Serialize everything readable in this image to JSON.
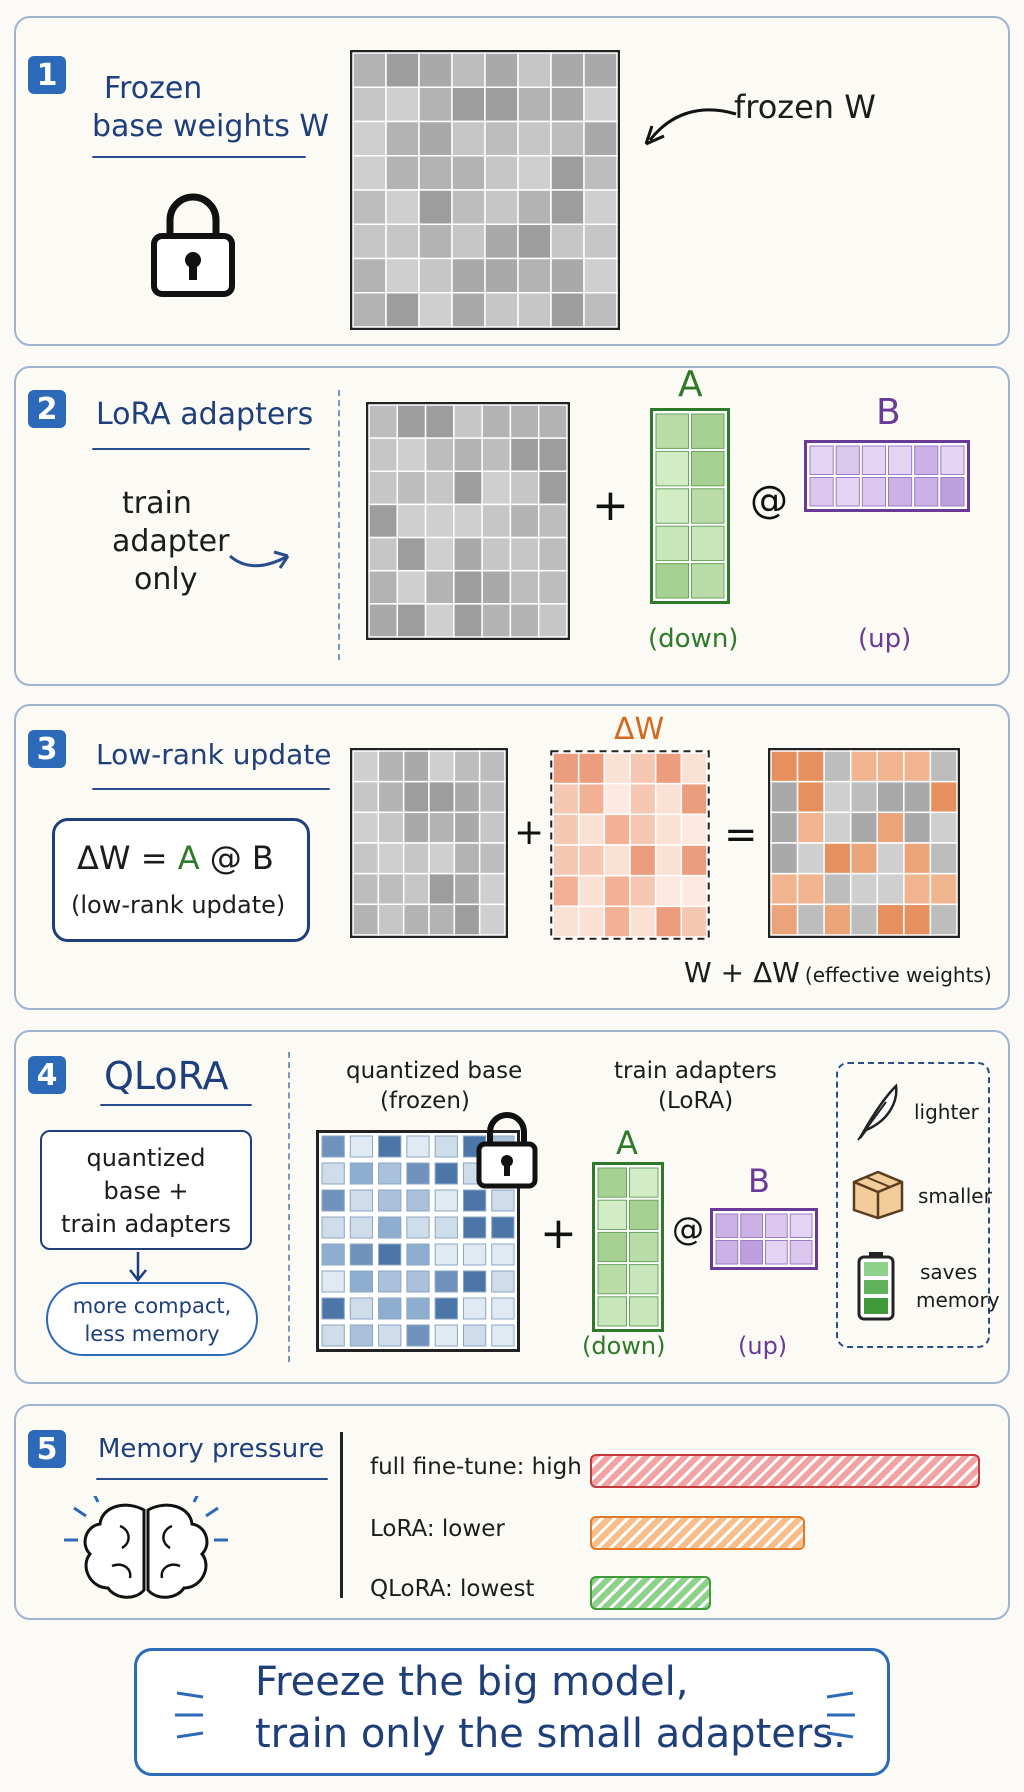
{
  "colors": {
    "panel_border": "#9fb3cf",
    "badge": "#2c69b8",
    "title": "#1f3f7a",
    "adapter_A": "#2f7a2a",
    "adapter_B": "#6a3a97",
    "delta": "#d2691e",
    "bar_full": "#f2a3a3",
    "bar_lora": "#f7bd8a",
    "bar_qlora": "#8ed18a"
  },
  "panel1": {
    "number": "1",
    "title_line1": "Frozen",
    "title_line2": "base weights W",
    "annotation": "frozen W"
  },
  "panel2": {
    "number": "2",
    "title": "LoRA adapters",
    "note_line1": "train",
    "note_line2": "adapter",
    "note_line3": "only",
    "plus": "+",
    "at": "@",
    "label_A": "A",
    "label_B": "B",
    "label_down": "(down)",
    "label_up": "(up)"
  },
  "panel3": {
    "number": "3",
    "title": "Low-rank update",
    "formula_lhs": "ΔW = ",
    "formula_A": "A",
    "formula_rhs": " @ B",
    "formula_sub": "(low-rank update)",
    "label_delta": "ΔW",
    "plus": "+",
    "equals": "=",
    "result_main": "W + ΔW",
    "result_sub": "(effective weights)"
  },
  "panel4": {
    "number": "4",
    "title": "QLoRA",
    "box_line1": "quantized",
    "box_line2": "base +",
    "box_line3": "train adapters",
    "cloud_line1": "more compact,",
    "cloud_line2": "less memory",
    "base_label_line1": "quantized base",
    "base_label_line2": "(frozen)",
    "adapter_label_line1": "train adapters",
    "adapter_label_line2": "(LoRA)",
    "plus": "+",
    "at": "@",
    "label_A": "A",
    "label_B": "B",
    "label_down": "(down)",
    "label_up": "(up)",
    "benefits": [
      {
        "icon": "feather-icon",
        "label_line1": "lighter",
        "label_line2": ""
      },
      {
        "icon": "box-icon",
        "label_line1": "smaller",
        "label_line2": ""
      },
      {
        "icon": "battery-icon",
        "label_line1": "saves",
        "label_line2": "memory"
      }
    ]
  },
  "panel5": {
    "number": "5",
    "title": "Memory pressure",
    "bars": [
      {
        "label": "full fine-tune: high",
        "level": 1.0
      },
      {
        "label": "LoRA: lower",
        "level": 0.55
      },
      {
        "label": "QLoRA: lowest",
        "level": 0.31
      }
    ]
  },
  "footer": {
    "line1": "Freeze the big model,",
    "line2": "train only the small adapters."
  }
}
